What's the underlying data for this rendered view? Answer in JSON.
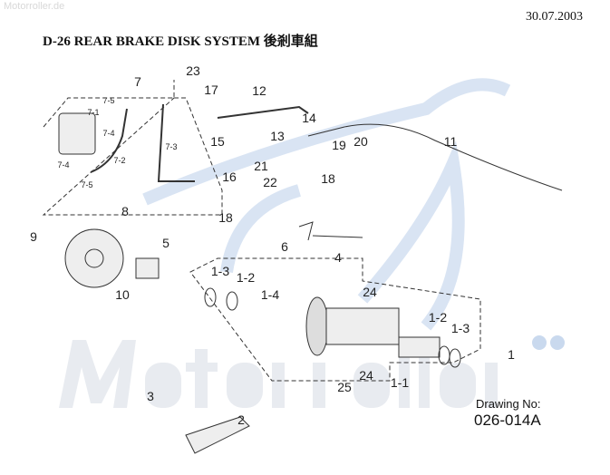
{
  "watermark": "Motorroller.de",
  "date": "30.07.2003",
  "title": "D-26 REAR BRAKE DISK SYSTEM  後剎車組",
  "drawing_label": "Drawing No:",
  "drawing_number": "026-014A",
  "colors": {
    "watermark_blue": "#c9d9ee",
    "line": "#333333"
  },
  "labels": [
    "7",
    "7-1",
    "7-5",
    "7-4",
    "7-3",
    "7-2",
    "7-4",
    "7-5",
    "23",
    "17",
    "12",
    "14",
    "13",
    "15",
    "16",
    "21",
    "22",
    "19",
    "20",
    "18",
    "18",
    "11",
    "8",
    "9",
    "5",
    "6",
    "4",
    "10",
    "1-3",
    "1-2",
    "1-4",
    "24",
    "1-2",
    "1-3",
    "1",
    "24",
    "25",
    "1-1",
    "3",
    "2"
  ]
}
